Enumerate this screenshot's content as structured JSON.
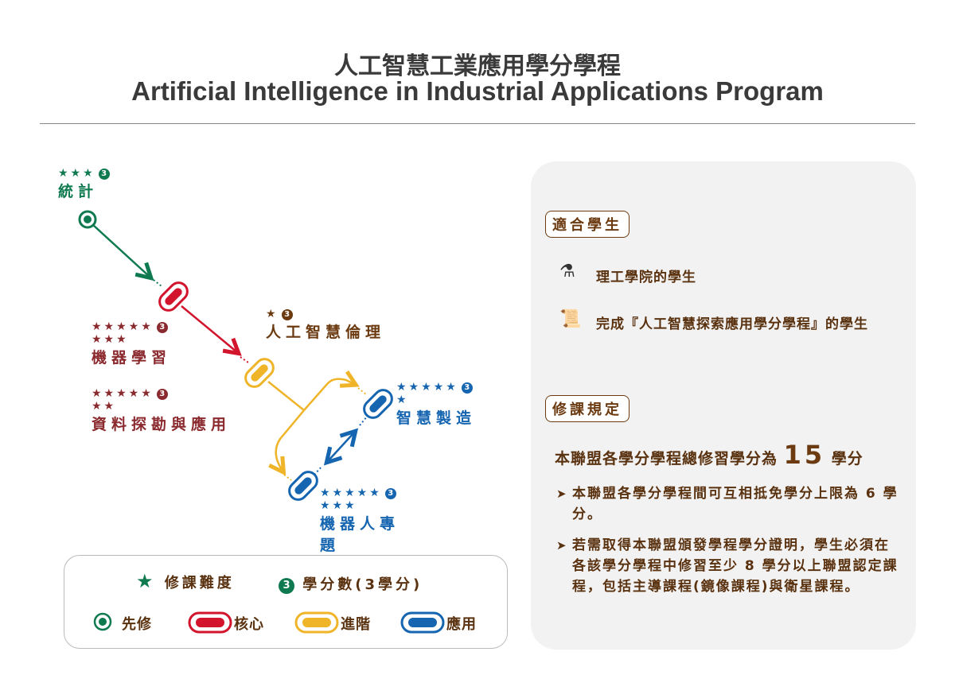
{
  "header": {
    "title_zh": "人工智慧工業應用學分學程",
    "title_en": "Artificial Intelligence in Industrial Applications Program"
  },
  "courses": [
    {
      "name": "統計",
      "stars": 3,
      "credits": "3",
      "type": "prerequisite",
      "color": "#0f7a4f"
    },
    {
      "name": "機器學習",
      "stars": 8,
      "credits": "3",
      "type": "core",
      "color": "#8b2a2e"
    },
    {
      "name": "資料探勘與應用",
      "stars": 7,
      "credits": "3",
      "type": "core",
      "color": "#8b2a2e"
    },
    {
      "name": "人工智慧倫理",
      "stars": 1,
      "credits": "3",
      "type": "advanced",
      "color": "#6b3a10"
    },
    {
      "name": "智慧製造",
      "stars": 6,
      "credits": "3",
      "type": "application",
      "color": "#1565b0"
    },
    {
      "name": "機器人專題",
      "stars": 8,
      "credits": "3",
      "type": "application",
      "color": "#1565b0"
    }
  ],
  "legend": {
    "difficulty": "修課難度",
    "credits_num": "3",
    "credits": "學分數(3學分)",
    "prereq": "先修",
    "core": "核心",
    "advanced": "進階",
    "application": "應用"
  },
  "panel": {
    "eligible_tag": "適合學生",
    "eligible": [
      {
        "icon": "science-icon",
        "text": "理工學院的學生"
      },
      {
        "icon": "scroll-icon",
        "text": "完成『人工智慧探索應用學分學程』的學生"
      }
    ],
    "rules_tag": "修課規定",
    "total_prefix": "本聯盟各學分學程總修習學分為",
    "total_num": "15",
    "total_suffix": "學分",
    "bullets": [
      "本聯盟各學分學程間可互相抵免學分上限為 6 學分。",
      "若需取得本聯盟頒發學程學分證明，學生必須在各該學分學程中修習至少 8 學分以上聯盟認定課程，包括主導課程(鏡像課程)與衛星課程。"
    ]
  },
  "colors": {
    "green": "#0f7a4f",
    "red": "#d2142d",
    "yellow": "#f0b429",
    "blue": "#1565b0",
    "brown": "#6b3a10"
  }
}
